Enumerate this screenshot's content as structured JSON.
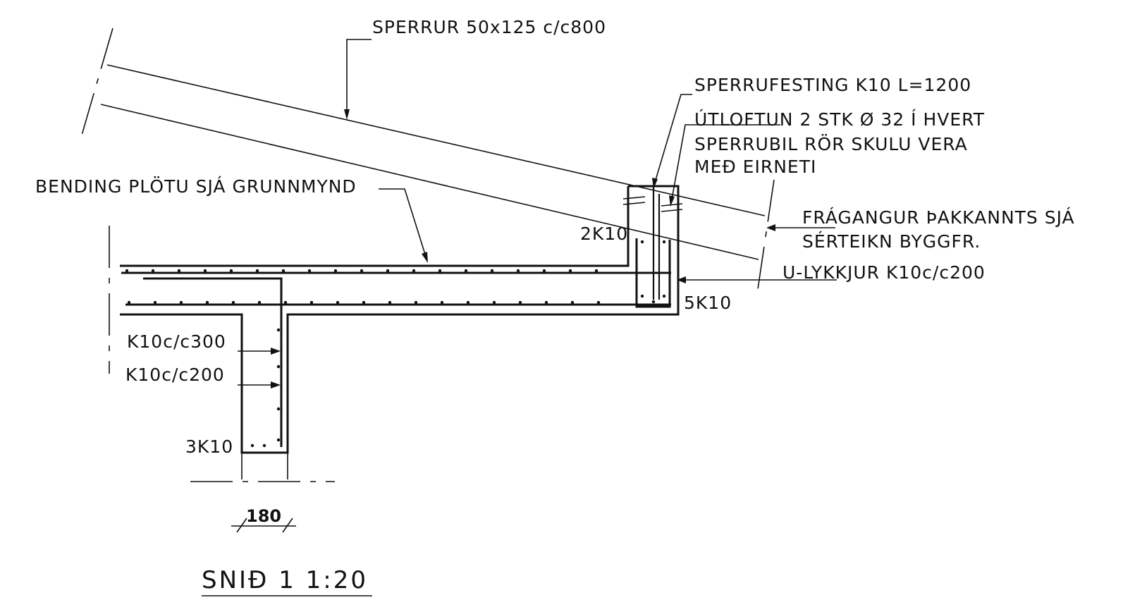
{
  "title": "SNIÐ 1 1:20",
  "labels": {
    "sperrur": "SPERRUR 50x125 c/c800",
    "sperrufesting": "SPERRUFESTING K10 L=1200",
    "utloftun_1": "ÚTLOFTUN 2 STK Ø 32 Í HVERT",
    "utloftun_2": "SPERRUBIL RÖR SKULU VERA",
    "utloftun_3": "MEÐ EIRNETI",
    "bending": "BENDING PLÖTU SJÁ GRUNNMYND",
    "fragangur_1": "FRÁGANGUR ÞAKKANNTS SJÁ",
    "fragangur_2": "SÉRTEIKN BYGGFR.",
    "u_lykkjur": "U-LYKKJUR K10c/c200",
    "bars_2k10": "2K10",
    "bars_5k10": "5K10",
    "k10c300": "K10c/c300",
    "k10c200": "K10c/c200",
    "bars_3k10": "3K10"
  },
  "dimension": "180",
  "colors": {
    "ink": "#111111",
    "paper": "#ffffff"
  }
}
